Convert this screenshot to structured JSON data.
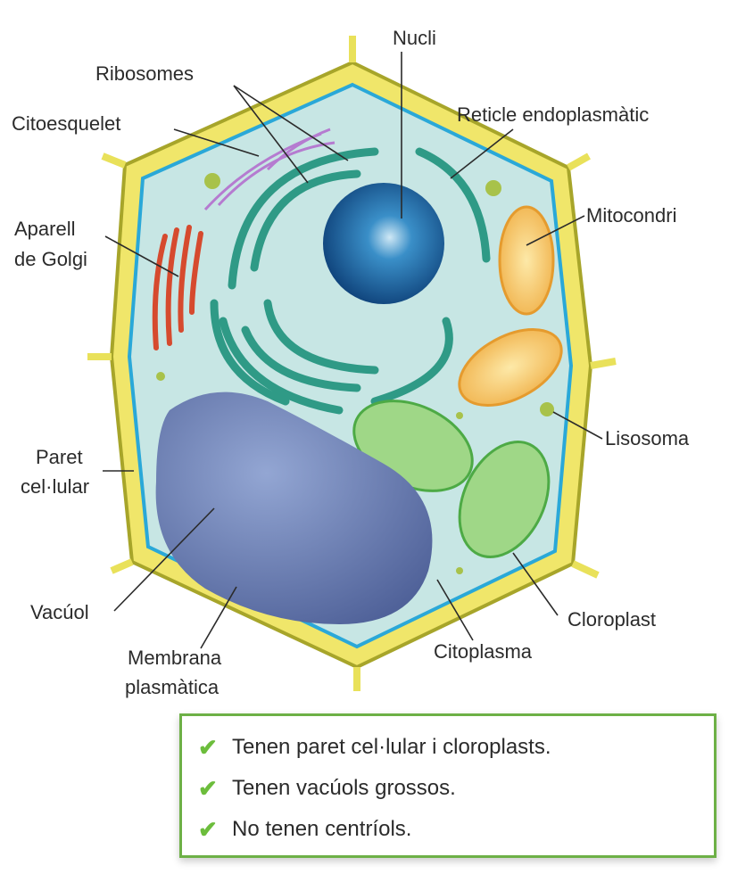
{
  "labels": {
    "nucli": "Nucli",
    "ribosomes": "Ribosomes",
    "reticle": "Reticle endoplasmàtic",
    "citoesquelet": "Citoesquelet",
    "mitocondri": "Mitocondri",
    "golgi_1": "Aparell",
    "golgi_2": "de Golgi",
    "lisosoma": "Lisosoma",
    "paret_1": "Paret",
    "paret_2": "cel·lular",
    "vacuol": "Vacúol",
    "membrana_1": "Membrana",
    "membrana_2": "plasmàtica",
    "citoplasma": "Citoplasma",
    "cloroplast": "Cloroplast"
  },
  "features": {
    "icon": "check-icon",
    "items": [
      {
        "check": "✔",
        "text": "Tenen paret cel·lular i cloroplasts."
      },
      {
        "check": "✔",
        "text": "Tenen vacúols grossos."
      },
      {
        "check": "✔",
        "text": "No tenen centríols."
      }
    ]
  },
  "colors": {
    "box_border": "#6db046",
    "check": "#6cbd3c"
  }
}
